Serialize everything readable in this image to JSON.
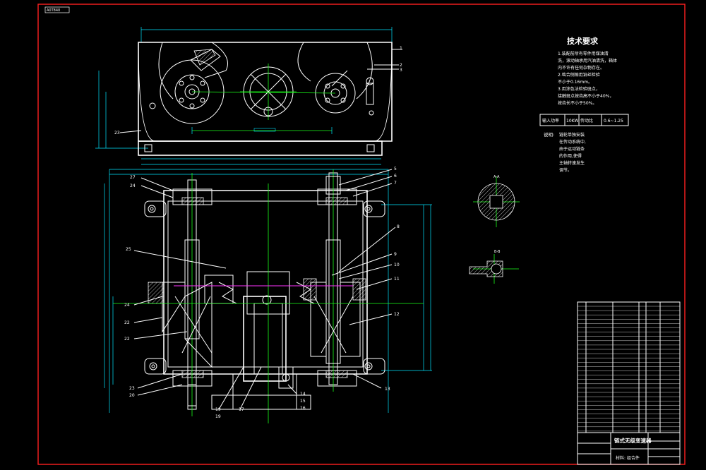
{
  "drawing": {
    "frame_tag": "A0T840",
    "tech_title": "技术要求",
    "tech_notes": [
      "1.装配前所有零件用煤油清",
      "洗，滚动轴承用汽油清洗，箱体",
      "内不许有任何杂物存在。",
      "2.啮合侧隙用铅丝检验",
      "不小于0.16mm。",
      "3.用涂色法检验斑点，",
      "接触斑点按齿高不小于40%，",
      "按齿长不小于50%。"
    ],
    "params": {
      "power_label": "输入功率",
      "power_value": "10KW",
      "ratio_label": "传动比",
      "ratio_value": "0.6~1.25"
    },
    "notes": {
      "label": "说明:",
      "lines": [
        "链轮单独安装",
        "在传动系统中,",
        "由于运动链条",
        "的作用,使得",
        "主轴转速发生",
        "调节。"
      ]
    },
    "section_labels": [
      "A-A",
      "B-B"
    ],
    "title_block": {
      "title": "链式无级变速器",
      "material": "材料: 组合件"
    },
    "balloons": {
      "top": [
        "1",
        "2",
        "3",
        "23"
      ],
      "right": [
        "5",
        "6",
        "7",
        "8",
        "9",
        "10",
        "11",
        "12",
        "13"
      ],
      "left": [
        "27",
        "24",
        "25",
        "24",
        "22",
        "22",
        "23",
        "20"
      ],
      "bottom": [
        "19",
        "19",
        "17",
        "14",
        "15",
        "16"
      ]
    }
  },
  "colors": {
    "background": "#000000",
    "frame": "#ff2020",
    "outline": "#ffffff",
    "center_lines": "#1aff1a",
    "dimensions": "#00e5ff"
  }
}
